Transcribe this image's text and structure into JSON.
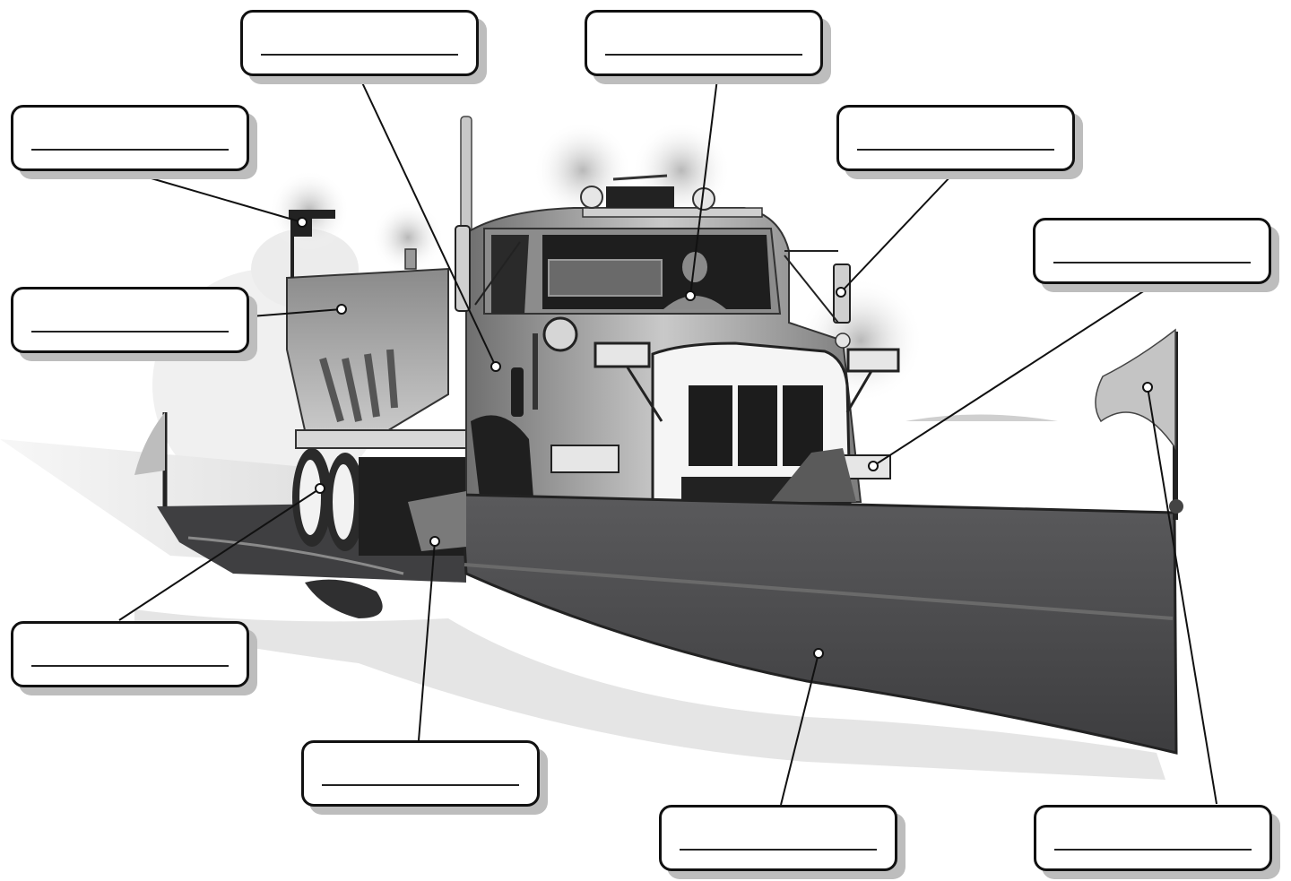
{
  "worksheet": {
    "subject": "snow plow truck",
    "labels": [
      {
        "id": "label-1",
        "answer": ""
      },
      {
        "id": "label-2",
        "answer": ""
      },
      {
        "id": "label-3",
        "answer": ""
      },
      {
        "id": "label-4",
        "answer": ""
      },
      {
        "id": "label-5",
        "answer": ""
      },
      {
        "id": "label-6",
        "answer": ""
      },
      {
        "id": "label-7",
        "answer": ""
      },
      {
        "id": "label-8",
        "answer": ""
      },
      {
        "id": "label-9",
        "answer": ""
      },
      {
        "id": "label-10",
        "answer": ""
      },
      {
        "id": "label-11",
        "answer": ""
      }
    ]
  },
  "colors": {
    "ink": "#111111",
    "box_shadow": "#bdbdbd",
    "plow_blade": "#4a4a4c",
    "truck_body": "#9a9a9a",
    "snow": "#e6e6e6"
  }
}
